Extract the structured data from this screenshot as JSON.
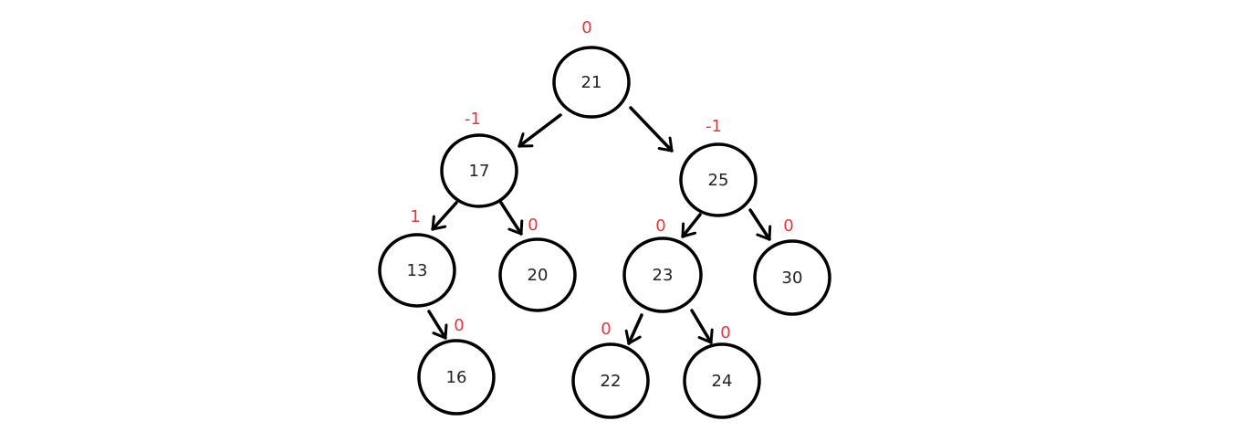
{
  "colors": {
    "node_stroke": "#000000",
    "node_text": "#222222",
    "balance_text": "#e8353b",
    "edge": "#000000"
  },
  "tree": {
    "nodes": [
      {
        "id": "n21",
        "value": "21",
        "balance": "0"
      },
      {
        "id": "n17",
        "value": "17",
        "balance": "-1"
      },
      {
        "id": "n25",
        "value": "25",
        "balance": "-1"
      },
      {
        "id": "n13",
        "value": "13",
        "balance": "1"
      },
      {
        "id": "n20",
        "value": "20",
        "balance": "0"
      },
      {
        "id": "n23",
        "value": "23",
        "balance": "0"
      },
      {
        "id": "n30",
        "value": "30",
        "balance": "0"
      },
      {
        "id": "n16",
        "value": "16",
        "balance": "0"
      },
      {
        "id": "n22",
        "value": "22",
        "balance": "0"
      },
      {
        "id": "n24",
        "value": "24",
        "balance": "0"
      }
    ],
    "edges": [
      {
        "from": "n21",
        "to": "n17"
      },
      {
        "from": "n21",
        "to": "n25"
      },
      {
        "from": "n17",
        "to": "n13"
      },
      {
        "from": "n17",
        "to": "n20"
      },
      {
        "from": "n25",
        "to": "n23"
      },
      {
        "from": "n25",
        "to": "n30"
      },
      {
        "from": "n13",
        "to": "n16"
      },
      {
        "from": "n23",
        "to": "n22"
      },
      {
        "from": "n23",
        "to": "n24"
      }
    ]
  }
}
